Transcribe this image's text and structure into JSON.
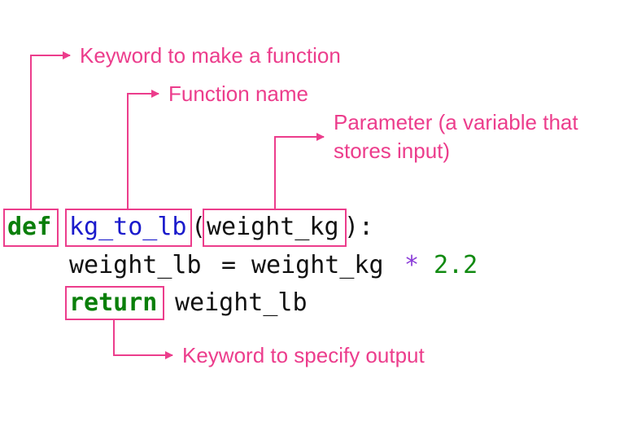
{
  "code": {
    "line1": {
      "def_kw": "def",
      "func_name": "kg_to_lb",
      "open_paren": "(",
      "param": "weight_kg",
      "close": "):"
    },
    "line2": {
      "lhs": "weight_lb",
      "eq": "=",
      "rhs": "weight_kg",
      "op": "*",
      "num": "2.2"
    },
    "line3": {
      "return_kw": "return",
      "value": "weight_lb"
    }
  },
  "annotations": {
    "def_note": "Keyword to make a function",
    "name_note": "Function name",
    "param_note_line1": "Parameter (a variable that",
    "param_note_line2": "stores input)",
    "return_note": "Keyword to specify output"
  },
  "colors": {
    "annotation": "#ec3d8c",
    "keyword": "#0a7f0a",
    "function_name": "#1a1acc",
    "operator": "#8a3bd8",
    "number": "#118a11",
    "text": "#111111"
  }
}
